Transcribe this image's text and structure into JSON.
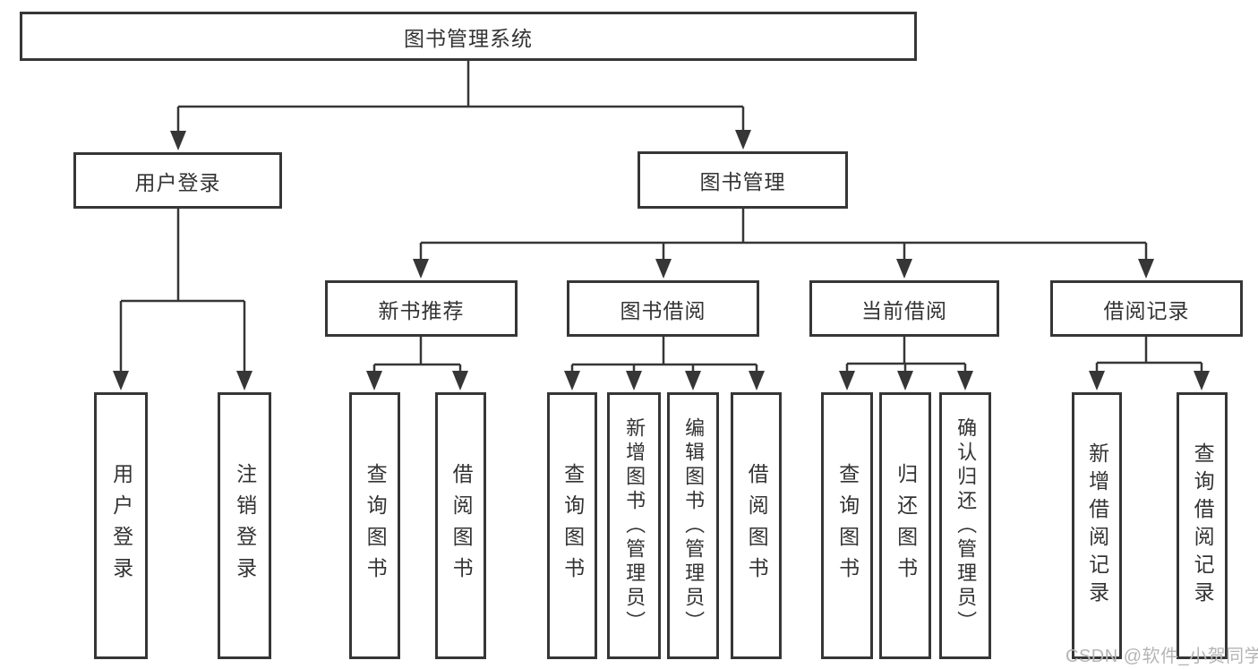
{
  "watermark": "CSDN @软件_小贺同学",
  "colors": {
    "line": "#363636",
    "text": "#333333",
    "watermark_text": "#b5b5b5",
    "background": "#ffffff"
  },
  "tree": {
    "root": "图书管理系统",
    "branches": [
      {
        "label": "用户登录",
        "children": [
          "用户登录",
          "注销登录"
        ]
      },
      {
        "label": "图书管理",
        "sections": [
          {
            "label": "新书推荐",
            "children": [
              "查询图书",
              "借阅图书"
            ]
          },
          {
            "label": "图书借阅",
            "children": [
              "查询图书",
              "新增图书（管理员）",
              "编辑图书（管理员）",
              "借阅图书"
            ]
          },
          {
            "label": "当前借阅",
            "children": [
              "查询图书",
              "归还图书",
              "确认归还（管理员）"
            ]
          },
          {
            "label": "借阅记录",
            "children": [
              "新增借阅记录",
              "查询借阅记录"
            ]
          }
        ]
      }
    ]
  }
}
